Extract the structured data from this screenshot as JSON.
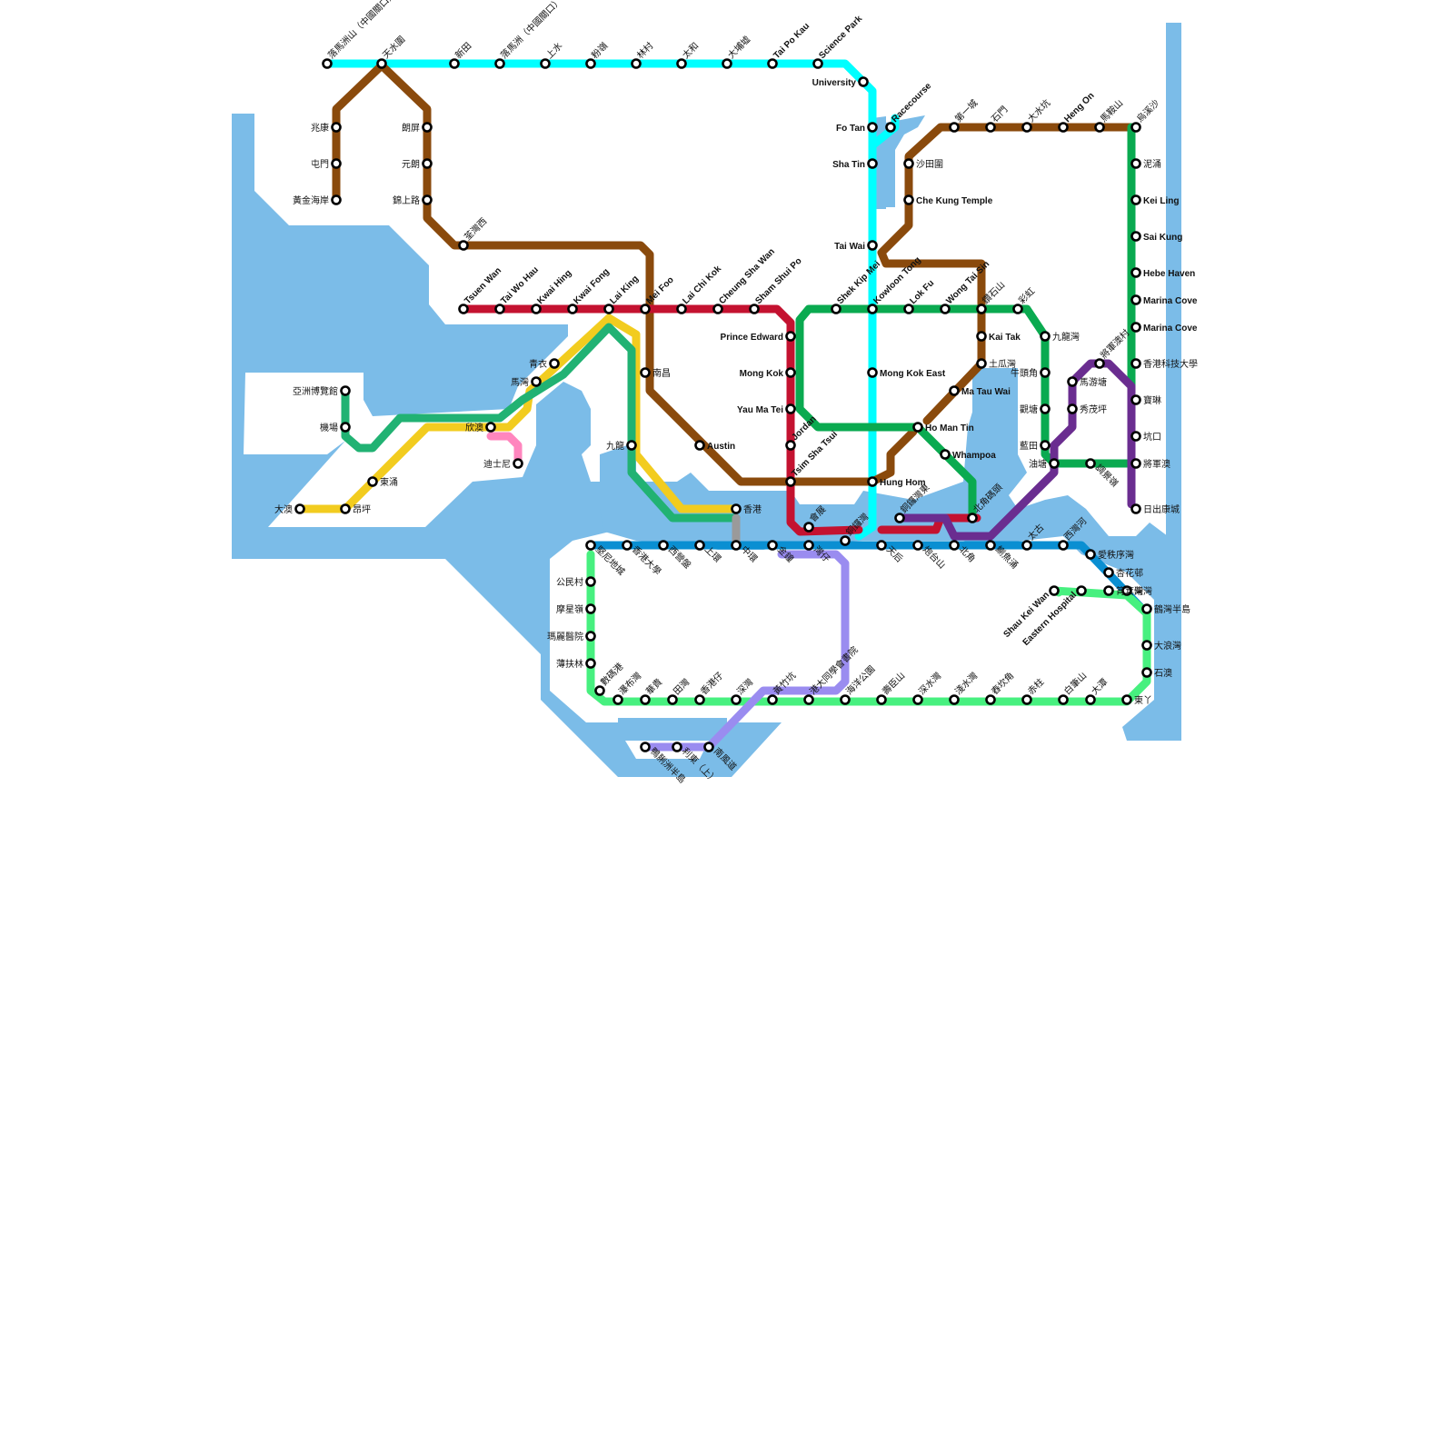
{
  "map": {
    "colors": {
      "water": "#7bbce8",
      "brown": "#8a4a0c",
      "cyan": "#00ffff",
      "red": "#c41230",
      "green": "#0aaa50",
      "yellow": "#f2cc1f",
      "teal": "#21b273",
      "blue": "#0a8fd2",
      "lightgreen": "#47f07f",
      "purple": "#6a2d90",
      "lavender": "#9a8cf0",
      "pink": "#ff86be",
      "gray": "#9a9a9a"
    },
    "stations": [
      {
        "id": "s1",
        "name": "落馬洲山（中國關口）",
        "bold": false
      },
      {
        "id": "s2",
        "name": "天水圍",
        "bold": false
      },
      {
        "id": "s3",
        "name": "新田",
        "bold": false
      },
      {
        "id": "s4",
        "name": "落馬洲（中國關口）",
        "bold": false
      },
      {
        "id": "s5",
        "name": "上水",
        "bold": false
      },
      {
        "id": "s6",
        "name": "粉嶺",
        "bold": false
      },
      {
        "id": "s7",
        "name": "林村",
        "bold": false
      },
      {
        "id": "s8",
        "name": "太和",
        "bold": false
      },
      {
        "id": "s9",
        "name": "大埔墟",
        "bold": false
      },
      {
        "id": "s10",
        "name": "Tai Po Kau",
        "bold": true
      },
      {
        "id": "s11",
        "name": "Science Park",
        "bold": true
      },
      {
        "id": "s12",
        "name": "University",
        "bold": true
      },
      {
        "id": "s13",
        "name": "Fo Tan",
        "bold": true
      },
      {
        "id": "s14",
        "name": "Racecourse",
        "bold": true
      },
      {
        "id": "s15",
        "name": "Sha Tin",
        "bold": true
      },
      {
        "id": "s16",
        "name": "沙田圍",
        "bold": false
      },
      {
        "id": "s17",
        "name": "Che Kung Temple",
        "bold": true
      },
      {
        "id": "s18",
        "name": "Tai Wai",
        "bold": true
      },
      {
        "id": "s19",
        "name": "兆康",
        "bold": false
      },
      {
        "id": "s20",
        "name": "屯門",
        "bold": false
      },
      {
        "id": "s21",
        "name": "黃金海岸",
        "bold": false
      },
      {
        "id": "s22",
        "name": "朗屏",
        "bold": false
      },
      {
        "id": "s23",
        "name": "元朗",
        "bold": false
      },
      {
        "id": "s24",
        "name": "錦上路",
        "bold": false
      },
      {
        "id": "s25",
        "name": "荃灣西",
        "bold": false
      },
      {
        "id": "s26",
        "name": "Tsuen Wan",
        "bold": true
      },
      {
        "id": "s27",
        "name": "Tai Wo Hau",
        "bold": true
      },
      {
        "id": "s28",
        "name": "Kwai Hing",
        "bold": true
      },
      {
        "id": "s29",
        "name": "Kwai Fong",
        "bold": true
      },
      {
        "id": "s30",
        "name": "Lai King",
        "bold": true
      },
      {
        "id": "s31",
        "name": "Mei Foo",
        "bold": true
      },
      {
        "id": "s32",
        "name": "Lai Chi Kok",
        "bold": true
      },
      {
        "id": "s33",
        "name": "Cheung Sha Wan",
        "bold": true
      },
      {
        "id": "s34",
        "name": "Sham Shui Po",
        "bold": true
      },
      {
        "id": "s35",
        "name": "Shek Kip Mei",
        "bold": true
      },
      {
        "id": "s36",
        "name": "Kowloon Tong",
        "bold": true
      },
      {
        "id": "s37",
        "name": "Lok Fu",
        "bold": true
      },
      {
        "id": "s38",
        "name": "Wong Tai Sin",
        "bold": true
      },
      {
        "id": "s39",
        "name": "鑽石山",
        "bold": false
      },
      {
        "id": "s40",
        "name": "彩虹",
        "bold": false
      },
      {
        "id": "s41",
        "name": "第一城",
        "bold": false
      },
      {
        "id": "s42",
        "name": "石門",
        "bold": false
      },
      {
        "id": "s43",
        "name": "大水坑",
        "bold": false
      },
      {
        "id": "s44",
        "name": "Heng On",
        "bold": true
      },
      {
        "id": "s45",
        "name": "馬鞍山",
        "bold": false
      },
      {
        "id": "s46",
        "name": "烏溪沙",
        "bold": false
      },
      {
        "id": "s47",
        "name": "泥涌",
        "bold": false
      },
      {
        "id": "s48",
        "name": "Kei Ling",
        "bold": true
      },
      {
        "id": "s49",
        "name": "Sai Kung",
        "bold": true
      },
      {
        "id": "s50",
        "name": "Hebe Haven",
        "bold": true
      },
      {
        "id": "s51",
        "name": "Marina Cove",
        "bold": true
      },
      {
        "id": "s52",
        "name": "Marina Cove",
        "bold": true
      },
      {
        "id": "s53",
        "name": "香港科技大學",
        "bold": false
      },
      {
        "id": "s54",
        "name": "寶琳",
        "bold": false
      },
      {
        "id": "s55",
        "name": "坑口",
        "bold": false
      },
      {
        "id": "s56",
        "name": "將軍澳",
        "bold": false
      },
      {
        "id": "s57",
        "name": "日出康城",
        "bold": false
      },
      {
        "id": "s58",
        "name": "將軍澳村",
        "bold": false
      },
      {
        "id": "s59",
        "name": "馬游塘",
        "bold": false
      },
      {
        "id": "s60",
        "name": "秀茂坪",
        "bold": false
      },
      {
        "id": "s61",
        "name": "九龍灣",
        "bold": false
      },
      {
        "id": "s62",
        "name": "牛頭角",
        "bold": false
      },
      {
        "id": "s63",
        "name": "觀塘",
        "bold": false
      },
      {
        "id": "s64",
        "name": "藍田",
        "bold": false
      },
      {
        "id": "s65",
        "name": "油塘",
        "bold": false
      },
      {
        "id": "s66",
        "name": "調景嶺",
        "bold": false
      },
      {
        "id": "s67",
        "name": "Kai Tak",
        "bold": true
      },
      {
        "id": "s68",
        "name": "土瓜灣",
        "bold": false
      },
      {
        "id": "s69",
        "name": "Ma Tau Wai",
        "bold": true
      },
      {
        "id": "s70",
        "name": "Ho Man Tin",
        "bold": true
      },
      {
        "id": "s71",
        "name": "Whampoa",
        "bold": true
      },
      {
        "id": "s72",
        "name": "Hung Hom",
        "bold": true
      },
      {
        "id": "s73",
        "name": "Mong Kok East",
        "bold": true
      },
      {
        "id": "s74",
        "name": "Prince Edward",
        "bold": true
      },
      {
        "id": "s75",
        "name": "Mong Kok",
        "bold": true
      },
      {
        "id": "s76",
        "name": "Yau Ma Tei",
        "bold": true
      },
      {
        "id": "s77",
        "name": "Jordan",
        "bold": true
      },
      {
        "id": "s78",
        "name": "Tsim Sha Tsui",
        "bold": true
      },
      {
        "id": "s79",
        "name": "Austin",
        "bold": true
      },
      {
        "id": "s80",
        "name": "南昌",
        "bold": false
      },
      {
        "id": "s81",
        "name": "九龍",
        "bold": false
      },
      {
        "id": "s82",
        "name": "香港",
        "bold": false
      },
      {
        "id": "s83",
        "name": "青衣",
        "bold": false
      },
      {
        "id": "s84",
        "name": "馬灣",
        "bold": false
      },
      {
        "id": "s85",
        "name": "欣澳",
        "bold": false
      },
      {
        "id": "s86",
        "name": "迪士尼",
        "bold": false
      },
      {
        "id": "s87",
        "name": "亞洲博覽館",
        "bold": false
      },
      {
        "id": "s88",
        "name": "機場",
        "bold": false
      },
      {
        "id": "s89",
        "name": "東涌",
        "bold": false
      },
      {
        "id": "s90",
        "name": "大澳",
        "bold": false
      },
      {
        "id": "s91",
        "name": "昂坪",
        "bold": false
      },
      {
        "id": "s92",
        "name": "堅尼地城",
        "bold": false
      },
      {
        "id": "s93",
        "name": "香港大學",
        "bold": false
      },
      {
        "id": "s94",
        "name": "西營盤",
        "bold": false
      },
      {
        "id": "s95",
        "name": "上環",
        "bold": false
      },
      {
        "id": "s96",
        "name": "中環",
        "bold": false
      },
      {
        "id": "s97",
        "name": "金鐘",
        "bold": false
      },
      {
        "id": "s98",
        "name": "灣仔",
        "bold": false
      },
      {
        "id": "s99",
        "name": "銅鑼灣",
        "bold": false
      },
      {
        "id": "s100",
        "name": "天后",
        "bold": false
      },
      {
        "id": "s101",
        "name": "炮台山",
        "bold": false
      },
      {
        "id": "s102",
        "name": "北角",
        "bold": false
      },
      {
        "id": "s103",
        "name": "鰂魚涌",
        "bold": false
      },
      {
        "id": "s104",
        "name": "太古",
        "bold": false
      },
      {
        "id": "s105",
        "name": "西灣河",
        "bold": false
      },
      {
        "id": "s106",
        "name": "筲箕灣",
        "bold": false
      },
      {
        "id": "s107",
        "name": "杏花邨",
        "bold": false
      },
      {
        "id": "s108",
        "name": "柴灣",
        "bold": false
      },
      {
        "id": "s109",
        "name": "會展",
        "bold": false
      },
      {
        "id": "s110",
        "name": "銅鑼灣東",
        "bold": false
      },
      {
        "id": "s111",
        "name": "北角碼頭",
        "bold": false
      },
      {
        "id": "s112",
        "name": "公民村",
        "bold": false
      },
      {
        "id": "s113",
        "name": "摩星嶺",
        "bold": false
      },
      {
        "id": "s114",
        "name": "瑪麗醫院",
        "bold": false
      },
      {
        "id": "s115",
        "name": "薄扶林",
        "bold": false
      },
      {
        "id": "s116",
        "name": "數碼港",
        "bold": false
      },
      {
        "id": "s117",
        "name": "瀑布灣",
        "bold": false
      },
      {
        "id": "s118",
        "name": "華貴",
        "bold": false
      },
      {
        "id": "s119",
        "name": "田灣",
        "bold": false
      },
      {
        "id": "s120",
        "name": "香港仔",
        "bold": false
      },
      {
        "id": "s121",
        "name": "深灣",
        "bold": false
      },
      {
        "id": "s122",
        "name": "黃竹坑",
        "bold": false
      },
      {
        "id": "s123",
        "name": "港大同學會書院",
        "bold": false
      },
      {
        "id": "s124",
        "name": "海洋公園",
        "bold": false
      },
      {
        "id": "s125",
        "name": "壽臣山",
        "bold": false
      },
      {
        "id": "s126",
        "name": "深水灣",
        "bold": false
      },
      {
        "id": "s127",
        "name": "淺水灣",
        "bold": false
      },
      {
        "id": "s128",
        "name": "舂坎角",
        "bold": false
      },
      {
        "id": "s129",
        "name": "赤柱",
        "bold": false
      },
      {
        "id": "s130",
        "name": "白筆山",
        "bold": false
      },
      {
        "id": "s131",
        "name": "大潭",
        "bold": false
      },
      {
        "id": "s132",
        "name": "東丫",
        "bold": false
      },
      {
        "id": "s133",
        "name": "石澳",
        "bold": false
      },
      {
        "id": "s134",
        "name": "大浪灣",
        "bold": false
      },
      {
        "id": "s135",
        "name": "鶴灣半島",
        "bold": false
      },
      {
        "id": "s136",
        "name": "Shau Kei Wan",
        "bold": true
      },
      {
        "id": "s137",
        "name": "Eastern Hospital",
        "bold": true
      },
      {
        "id": "s138",
        "name": "鴨脷洲半島",
        "bold": false
      },
      {
        "id": "s139",
        "name": "利東（上）",
        "bold": false
      },
      {
        "id": "s140",
        "name": "南風道",
        "bold": false
      },
      {
        "id": "s141",
        "name": "愛秩序灣",
        "bold": false
      }
    ]
  }
}
